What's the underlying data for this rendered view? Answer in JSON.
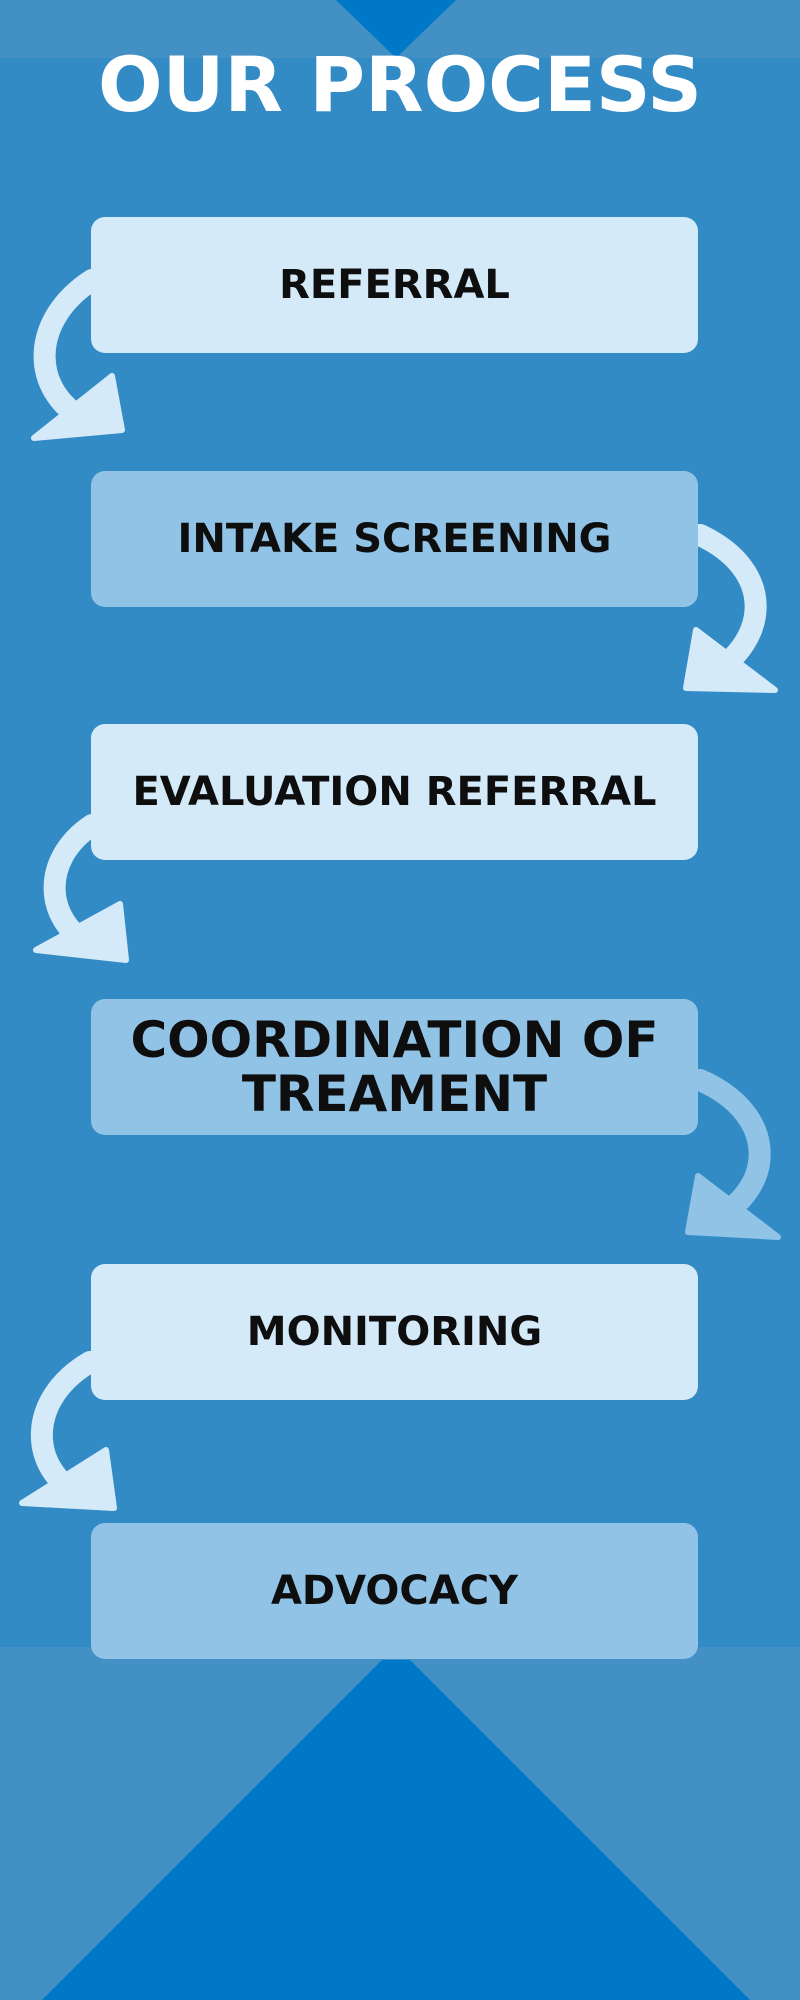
{
  "title": "OUR PROCESS",
  "steps": [
    {
      "label": "REFERRAL"
    },
    {
      "label": "INTAKE SCREENING"
    },
    {
      "label": "EVALUATION REFERRAL"
    },
    {
      "label": "COORDINATION OF TREAMENT"
    },
    {
      "label": "MONITORING"
    },
    {
      "label": "ADVOCACY"
    }
  ],
  "colors": {
    "background": "#338bc6",
    "band": "#4390c5",
    "triangle": "#0078c8",
    "box_light": "#d5eaf9",
    "box_mid": "#90c3e6",
    "arrow_light": "#d5eaf9",
    "arrow_mid": "#90c3e6",
    "title_text": "#ffffff",
    "box_text": "#0e0e0e"
  }
}
